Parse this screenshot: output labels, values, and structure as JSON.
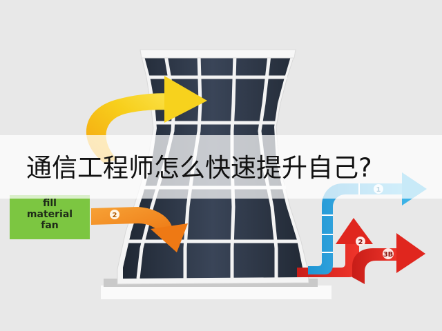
{
  "title": "通信工程师怎么快速提升自己?",
  "label_box": {
    "lines": [
      "fill",
      "material",
      "fan"
    ]
  },
  "badges": {
    "orange": "2",
    "blue": "1",
    "red_upper": "2",
    "red_lower": "3B"
  },
  "colors": {
    "background": "#e8e8e8",
    "tower_cell": "#2b3545",
    "tower_frame": "#f3f3f3",
    "yellow_arrow": "#f2c21a",
    "orange_arrow": "#f08a1c",
    "blue_arrow": "#2aa8e0",
    "red_arrow": "#e0261e",
    "green_box": "#7cc641"
  },
  "icons": [
    "yellow-curved-arrow",
    "orange-curved-arrow",
    "blue-pipe-arrow",
    "red-pipe-arrow"
  ]
}
